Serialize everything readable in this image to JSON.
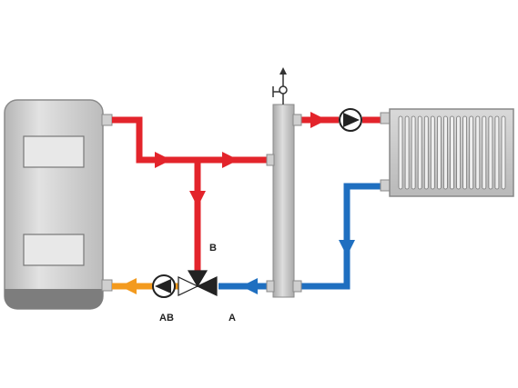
{
  "labels": {
    "port_b": "B",
    "port_ab": "AB",
    "port_a": "A"
  },
  "colors": {
    "hot": "#e3242b",
    "return_cold": "#1f6fc0",
    "return_mixed": "#f39a1e",
    "boiler_body": "#c9c9c9",
    "boiler_base": "#7d7d7d",
    "separator": "#c4c4c4",
    "radiator": "#c8c8c8"
  },
  "icons": {
    "boiler": "boiler-icon",
    "pump": "circulation-pump-icon",
    "valve": "three-way-mixing-valve-icon",
    "separator": "hydraulic-separator-icon",
    "air_vent": "air-vent-icon",
    "radiator": "radiator-icon"
  }
}
